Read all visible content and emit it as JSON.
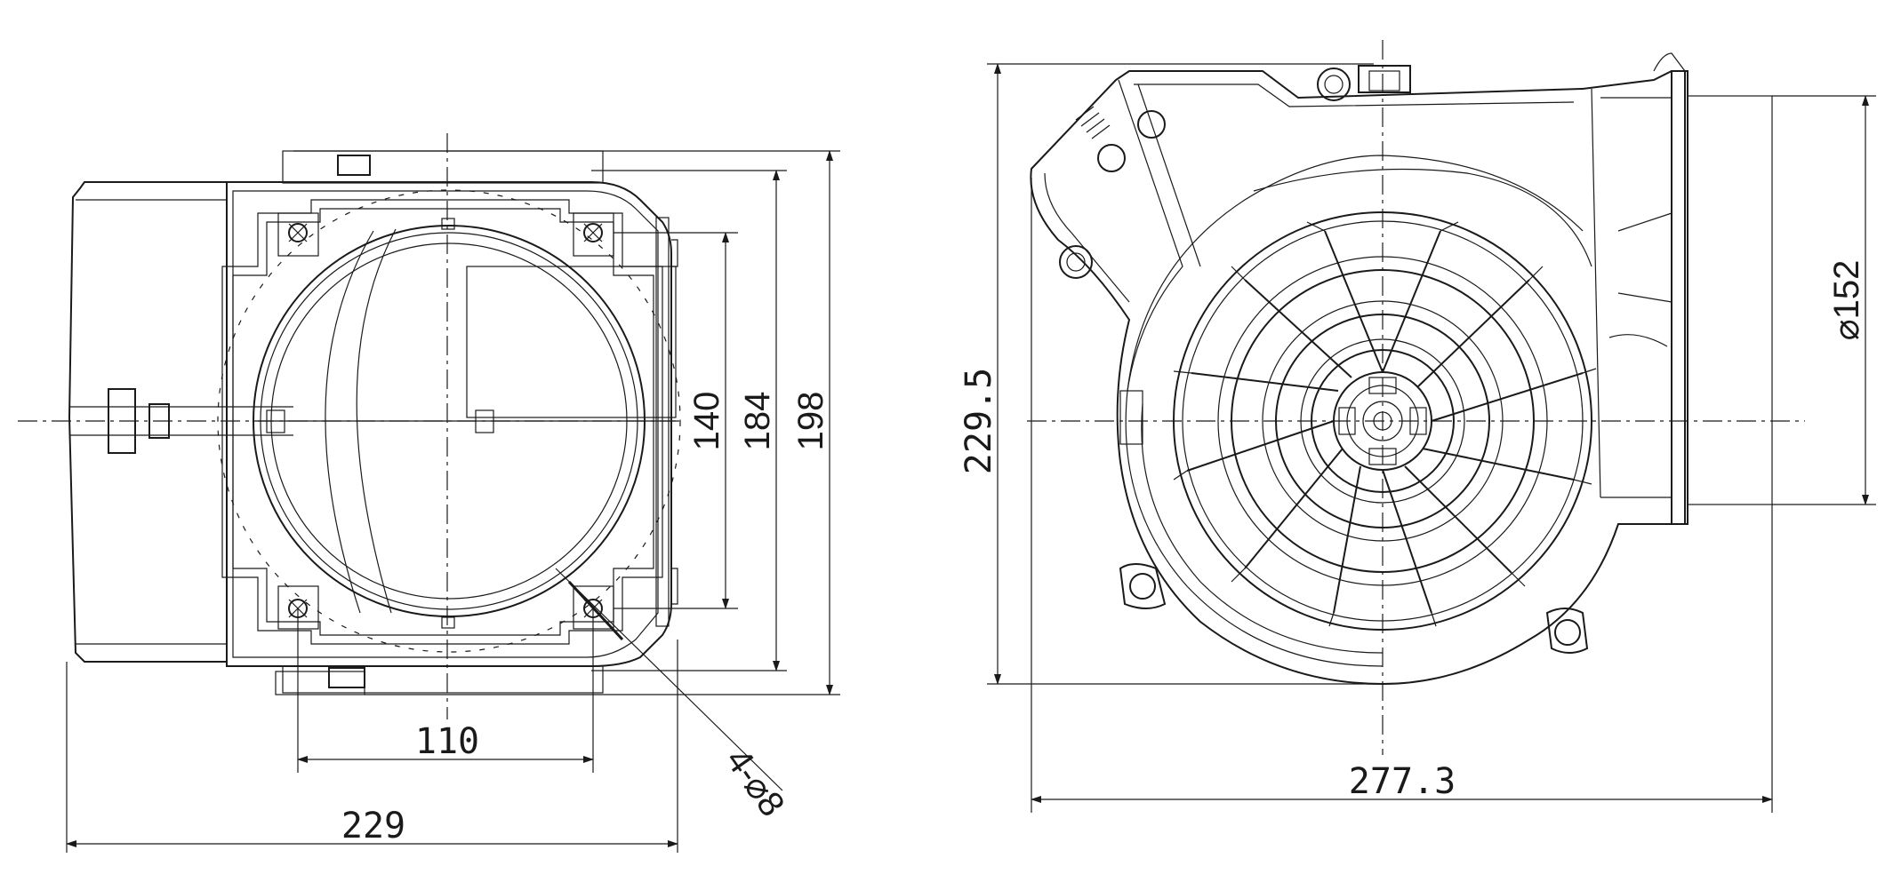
{
  "dimensions": {
    "left_width_total": "229",
    "left_hole_spacing": "110",
    "left_height_140": "140",
    "left_height_184": "184",
    "left_height_198": "198",
    "holes_callout": "4-⌀8",
    "right_height": "229.5",
    "right_width": "277.3",
    "outlet_diameter": "⌀152"
  }
}
